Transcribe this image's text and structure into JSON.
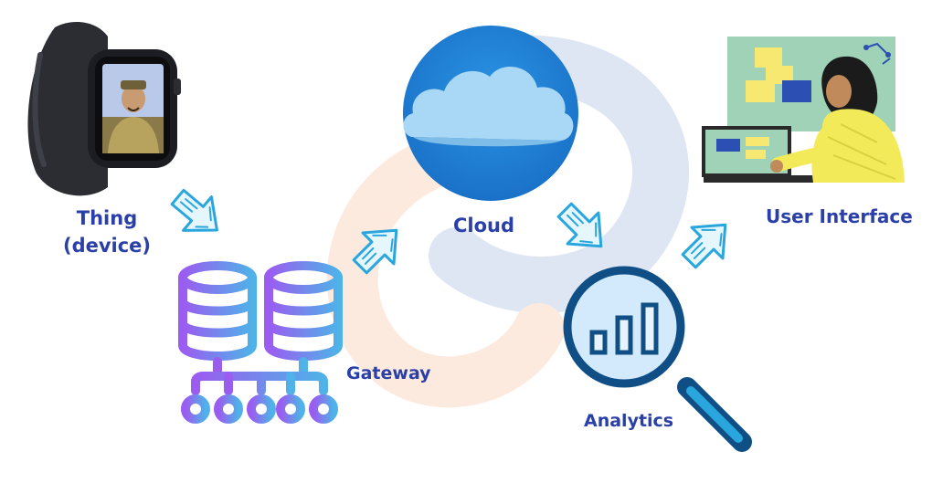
{
  "nodes": {
    "thing": {
      "label_line1": "Thing",
      "label_line2": "(device)"
    },
    "cloud": {
      "label": "Cloud"
    },
    "gateway": {
      "label": "Gateway"
    },
    "analytics": {
      "label": "Analytics"
    },
    "user_interface": {
      "label": "User Interface"
    }
  },
  "colors": {
    "label": "#2a3fa8",
    "cloud_circle": "#1f87dc",
    "cloud_shape": "#a9d8f6",
    "gateway_gradient_start": "#9b5cf0",
    "gateway_gradient_end": "#4fb2e8",
    "analytics_ring": "#0f4f86",
    "analytics_lens": "#d2eafc",
    "arrow_outline": "#29a6dd",
    "arrow_fill": "#e6f6fd",
    "board": "#9fd2b6",
    "sticky_yellow": "#f6e871",
    "sticky_blue": "#2c4fb4",
    "person_shirt": "#f2ea58",
    "watermark_blue": "#dfe6f3",
    "watermark_orange": "#fdeadf"
  },
  "icons": [
    "smartwatch-icon",
    "database-gateway-icon",
    "cloud-icon",
    "magnifier-chart-icon",
    "person-laptop-icon",
    "flow-arrow-icon"
  ]
}
